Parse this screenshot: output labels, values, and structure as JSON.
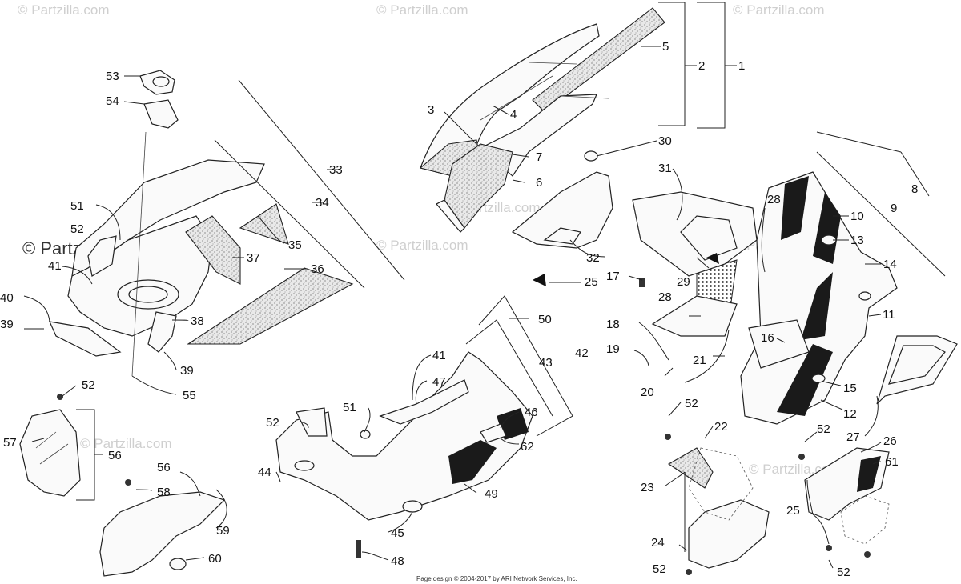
{
  "watermark": {
    "text": "© Partzilla.com",
    "logo_text": "© Partzilla.com"
  },
  "footer": {
    "text": "Page design © 2004-2017 by ARI Network Services, Inc."
  },
  "callouts": [
    "1",
    "2",
    "3",
    "4",
    "5",
    "6",
    "7",
    "8",
    "9",
    "10",
    "11",
    "12",
    "13",
    "14",
    "15",
    "16",
    "17",
    "18",
    "19",
    "20",
    "21",
    "22",
    "23",
    "24",
    "25",
    "26",
    "27",
    "28",
    "29",
    "30",
    "31",
    "32",
    "33",
    "34",
    "35",
    "36",
    "37",
    "38",
    "39",
    "40",
    "41",
    "42",
    "43",
    "44",
    "45",
    "46",
    "47",
    "48",
    "49",
    "50",
    "51",
    "52",
    "53",
    "54",
    "55",
    "56",
    "57",
    "58",
    "59",
    "60",
    "61",
    "62"
  ]
}
